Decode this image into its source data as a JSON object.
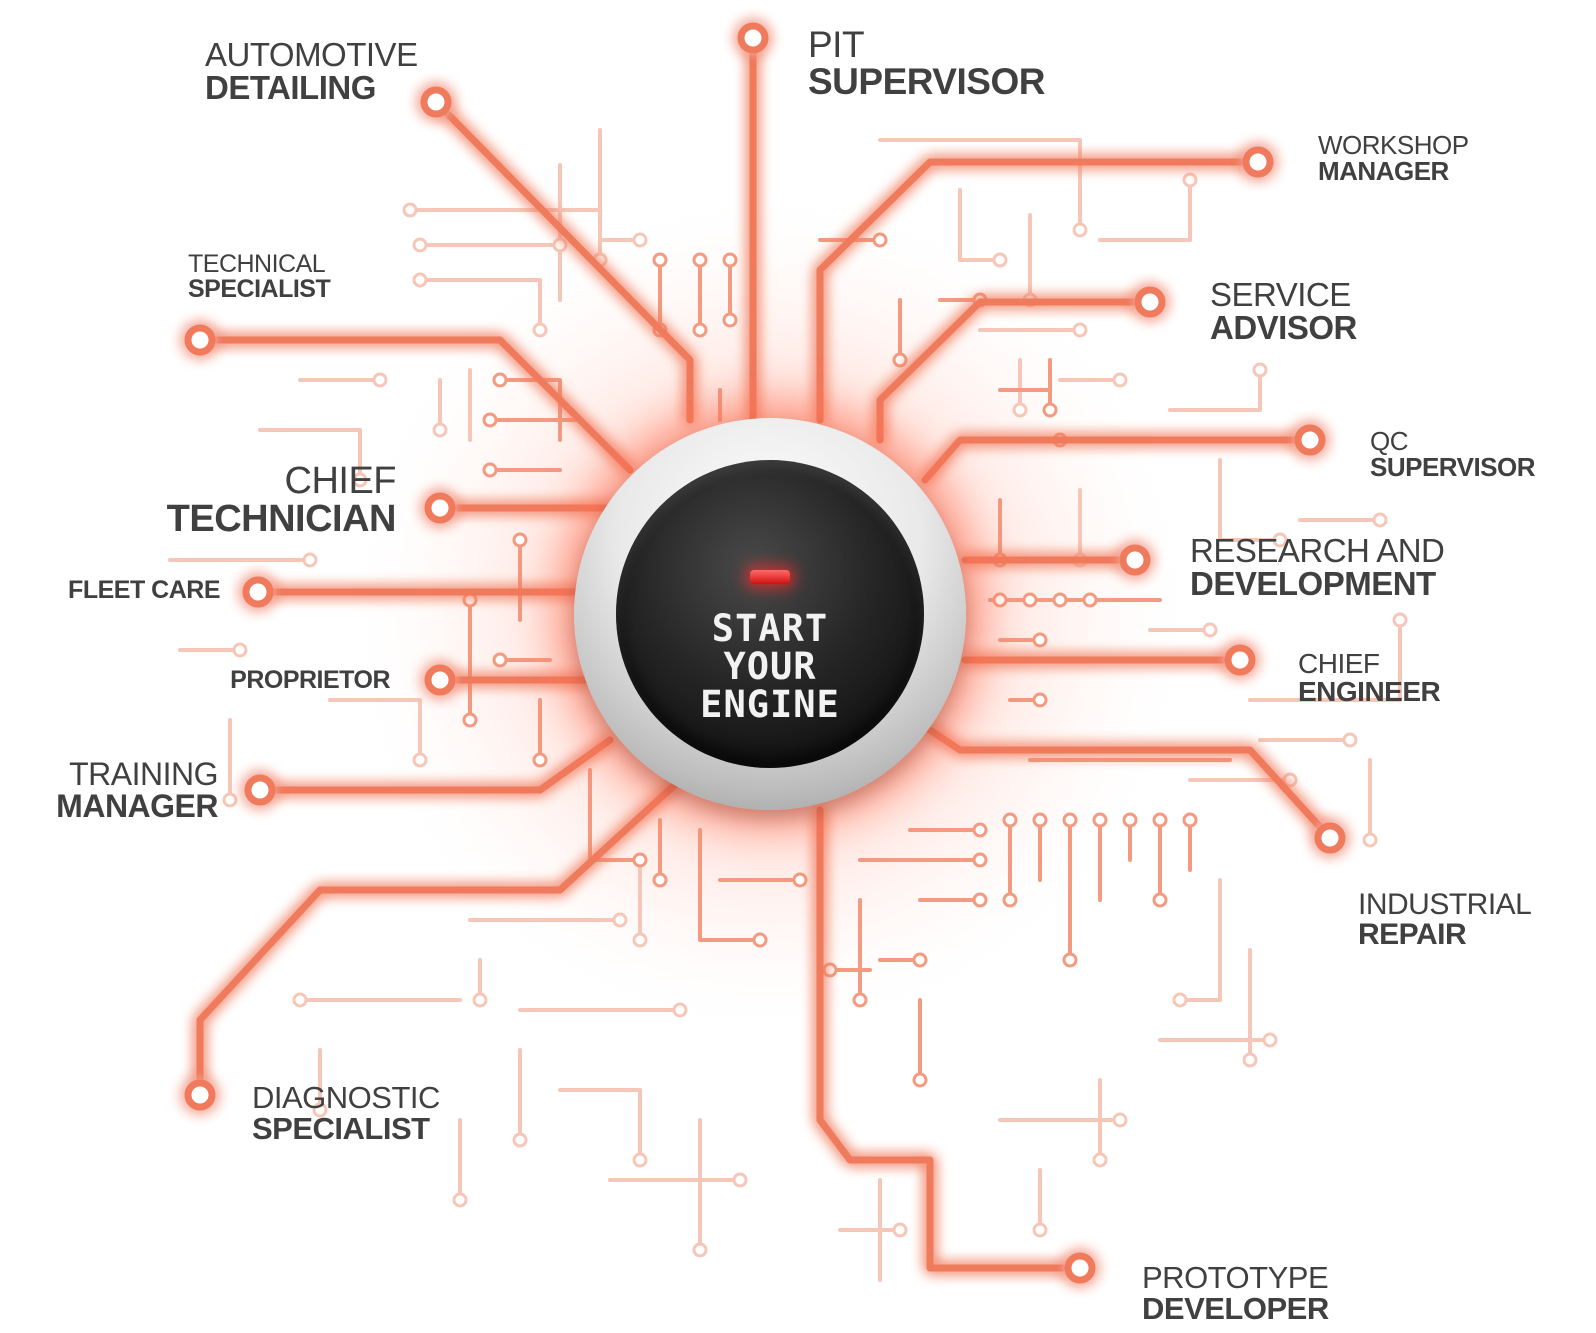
{
  "button": {
    "line1": "START",
    "line2": "YOUR",
    "line3": "ENGINE"
  },
  "colors": {
    "trace": "#f07a5c",
    "trace_faint": "#f6c7b8",
    "glow": "#ff5a36",
    "label": "#404040",
    "indicator": "#e31b1b"
  },
  "roles": [
    {
      "id": "automotive-detailing",
      "line1": "AUTOMOTIVE",
      "line2": "DETAILING"
    },
    {
      "id": "pit-supervisor",
      "line1": "PIT",
      "line2": "SUPERVISOR"
    },
    {
      "id": "workshop-manager",
      "line1": "WORKSHOP",
      "line2": "MANAGER"
    },
    {
      "id": "technical-specialist",
      "line1": "TECHNICAL",
      "line2": "SPECIALIST"
    },
    {
      "id": "service-advisor",
      "line1": "SERVICE",
      "line2": "ADVISOR"
    },
    {
      "id": "qc-supervisor",
      "line1": "QC",
      "line2": "SUPERVISOR"
    },
    {
      "id": "chief-technician",
      "line1": "CHIEF",
      "line2": "TECHNICIAN"
    },
    {
      "id": "research-and-development",
      "line1": "RESEARCH AND",
      "line2": "DEVELOPMENT"
    },
    {
      "id": "fleet-care",
      "line1": "",
      "line2": "FLEET CARE"
    },
    {
      "id": "chief-engineer",
      "line1": "CHIEF",
      "line2": "ENGINEER"
    },
    {
      "id": "proprietor",
      "line1": "",
      "line2": "PROPRIETOR"
    },
    {
      "id": "training-manager",
      "line1": "TRAINING",
      "line2": "MANAGER"
    },
    {
      "id": "industrial-repair",
      "line1": "INDUSTRIAL",
      "line2": "REPAIR"
    },
    {
      "id": "diagnostic-specialist",
      "line1": "DIAGNOSTIC",
      "line2": "SPECIALIST"
    },
    {
      "id": "prototype-developer",
      "line1": "PROTOTYPE",
      "line2": "DEVELOPER"
    }
  ]
}
